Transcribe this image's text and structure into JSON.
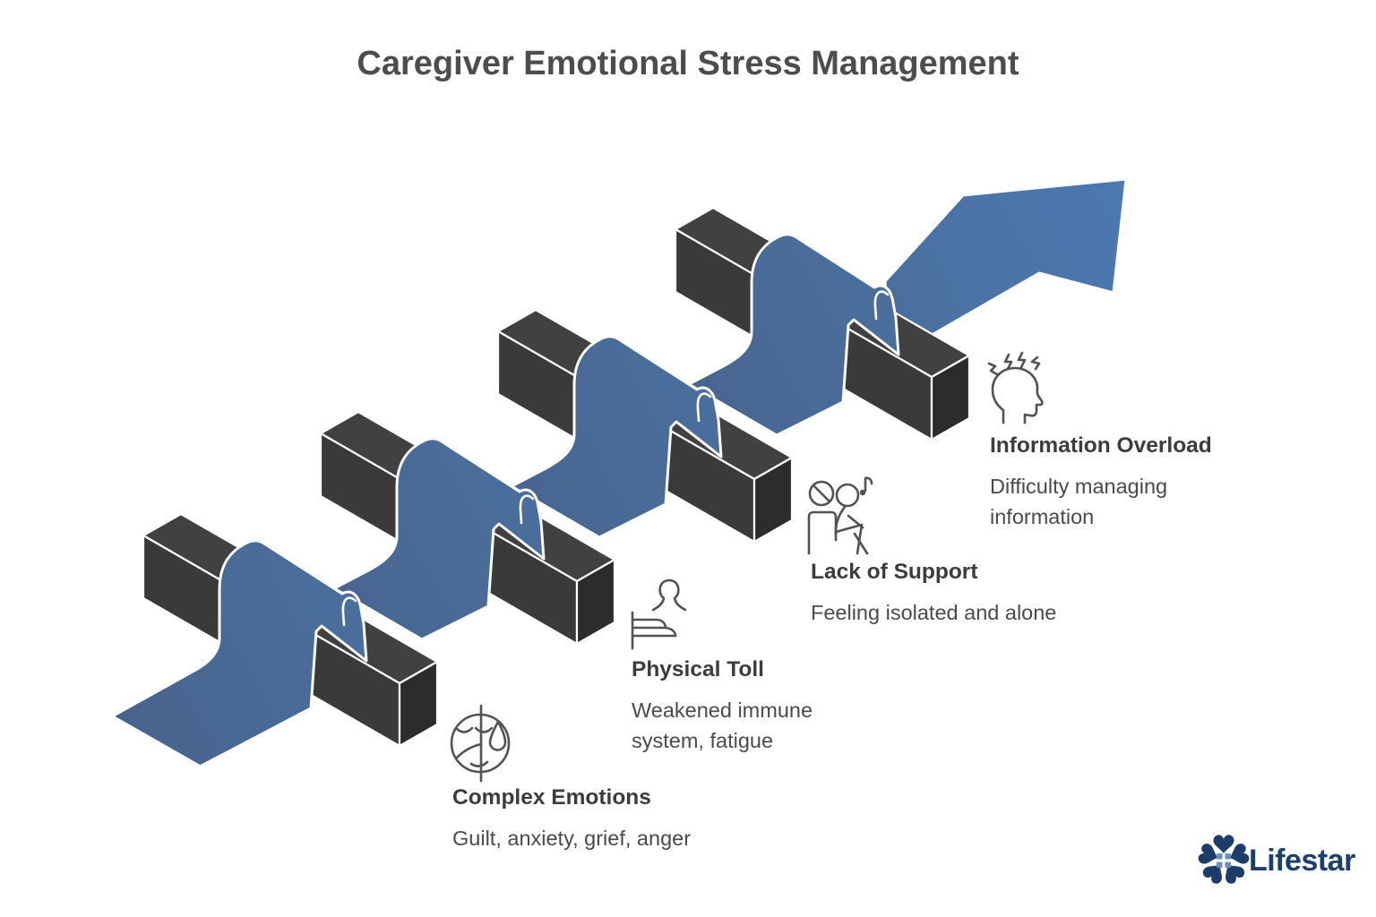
{
  "title": "Caregiver Emotional Stress Management",
  "steps": [
    {
      "heading": "Complex Emotions",
      "description": "Guilt, anxiety, grief, anger",
      "icon": "sad-face-with-tear-icon"
    },
    {
      "heading": "Physical Toll",
      "description": "Weakened immune system, fatigue",
      "icon": "person-in-bed-icon"
    },
    {
      "heading": "Lack of Support",
      "description": "Feeling isolated and alone",
      "icon": "person-sitting-alone-icon"
    },
    {
      "heading": "Information Overload",
      "description": "Difficulty managing information",
      "icon": "head-lightning-icon"
    }
  ],
  "diagram": {
    "type": "ascending-ribbon-weave-over-obstacles",
    "obstacle_count": 4,
    "ribbon_gradient": [
      "#43608a",
      "#48658f",
      "#4a6d9a",
      "#4b75a9",
      "#4b78af",
      "#8da7c7",
      "#92abca"
    ],
    "bar_colors": {
      "top": "#414141",
      "front": "#3a3a3a",
      "end": "#2c2c2c"
    },
    "outline_color": "#ffffff",
    "icon_stroke_color": "#525252"
  },
  "logo": {
    "text": "Lifestar",
    "text_color": "#1e3e6c",
    "petal_color": "#1d3c6a",
    "window_color": "#6b91bb",
    "icon": "star-petals-icon"
  }
}
